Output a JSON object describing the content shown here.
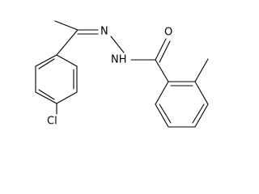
{
  "molecule": {
    "atoms": {
      "oxygen": "O",
      "hydrazide_nh": "NH",
      "imine_n": "N",
      "chlorine": "Cl"
    }
  },
  "colors": {
    "bond": "#000000",
    "label": "#000000",
    "background": "#ffffff"
  }
}
